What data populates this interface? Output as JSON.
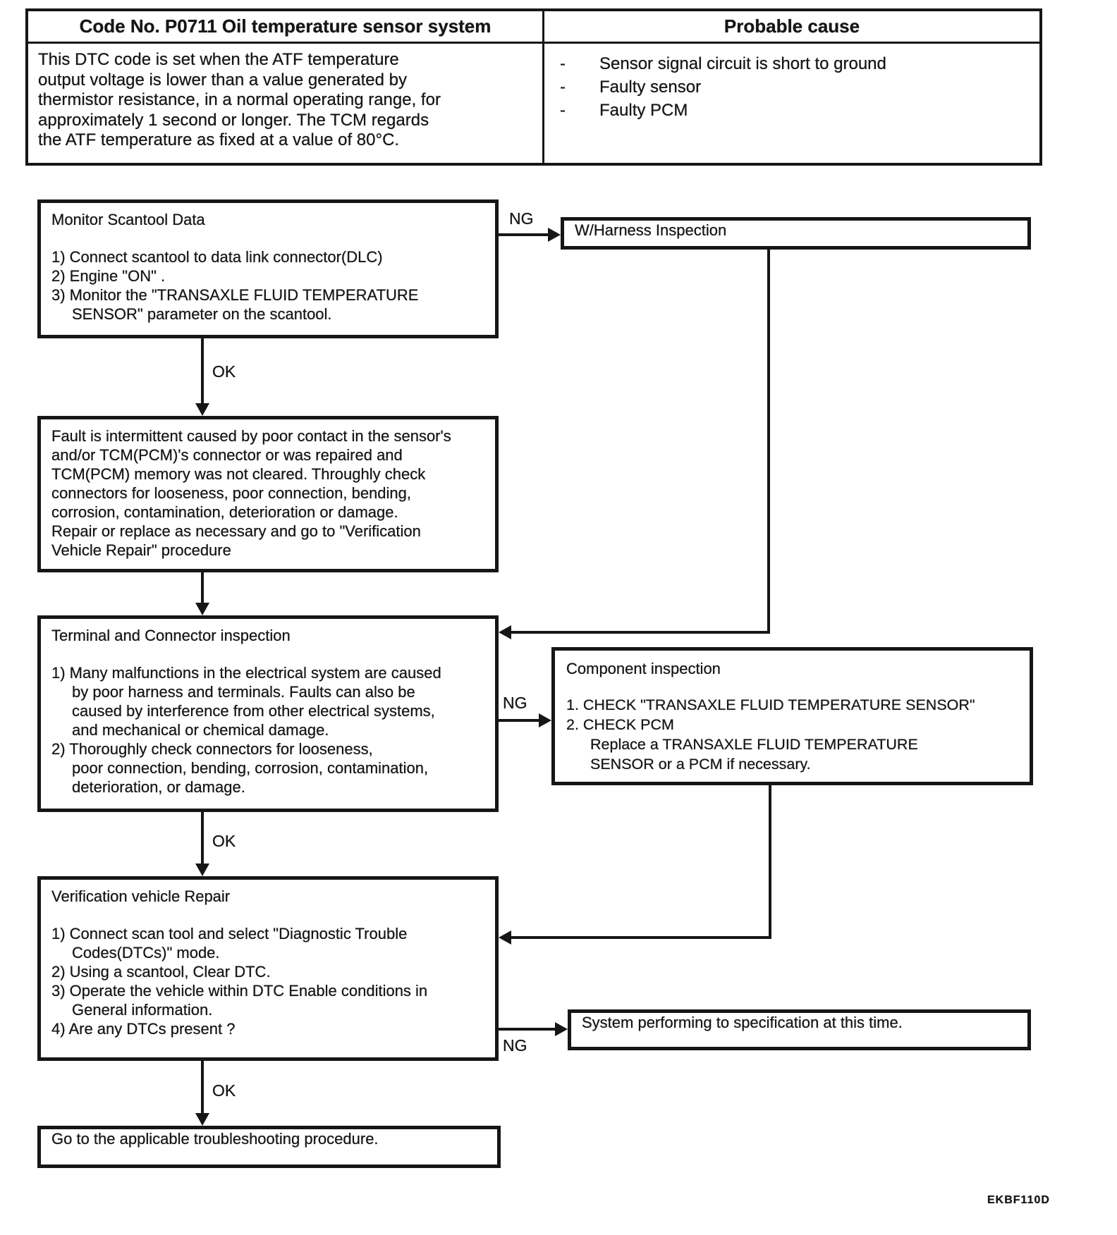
{
  "colors": {
    "paper": "#ffffff",
    "ink": "#161616"
  },
  "table": {
    "header": {
      "left": "Code No. P0711 Oil temperature sensor system",
      "right": "Probable cause"
    },
    "description_lines": [
      "This DTC code is set when the ATF temperature",
      "output voltage is lower than a value generated by",
      "thermistor resistance, in a normal operating range, for",
      "approximately 1 second or longer.  The TCM regards",
      "the ATF temperature as fixed at a value of 80°C."
    ],
    "causes": [
      "Sensor signal circuit is short to ground",
      "Faulty sensor",
      "Faulty PCM"
    ],
    "bullet": "-"
  },
  "flow": {
    "labels": {
      "ok": "OK",
      "ng": "NG"
    },
    "monitor": {
      "title": "Monitor Scantool Data",
      "lines": [
        "1) Connect scantool to data link connector(DLC)",
        "2) Engine \"ON\" .",
        "3) Monitor the \"TRANSAXLE FLUID TEMPERATURE",
        "SENSOR\" parameter on the scantool."
      ]
    },
    "harness": {
      "title": "W/Harness Inspection"
    },
    "fault": {
      "lines": [
        "Fault is intermittent caused by poor contact in the sensor's",
        "and/or TCM(PCM)'s connector or was repaired and",
        "TCM(PCM) memory was not cleared. Throughly check",
        "connectors for looseness, poor connection, bending,",
        "corrosion, contamination, deterioration or damage.",
        "Repair or replace as necessary and go to \"Verification",
        "Vehicle Repair\" procedure"
      ]
    },
    "terminal": {
      "title": "Terminal and Connector inspection",
      "lines": [
        "1) Many malfunctions in the electrical system are caused",
        "by poor harness and terminals. Faults can also be",
        "caused by interference from other electrical systems,",
        "and mechanical or chemical damage.",
        "2) Thoroughly check connectors for looseness,",
        "poor connection, bending, corrosion, contamination,",
        "deterioration, or damage."
      ]
    },
    "component": {
      "title": "Component inspection",
      "lines": [
        "1. CHECK \"TRANSAXLE FLUID TEMPERATURE SENSOR\"",
        "2. CHECK PCM",
        "Replace a TRANSAXLE FLUID TEMPERATURE",
        "SENSOR or a PCM if necessary."
      ]
    },
    "verification": {
      "title": "Verification vehicle Repair",
      "lines": [
        "1) Connect scan tool and select \"Diagnostic Trouble",
        "Codes(DTCs)\" mode.",
        "2) Using a scantool, Clear DTC.",
        "3) Operate the vehicle within DTC Enable conditions in",
        "General information.",
        "4) Are any DTCs present ?"
      ]
    },
    "system": {
      "title": "System performing to specification at this time."
    },
    "goto": {
      "title": "Go to the applicable troubleshooting procedure."
    }
  },
  "footer": {
    "code": "EKBF110D"
  }
}
